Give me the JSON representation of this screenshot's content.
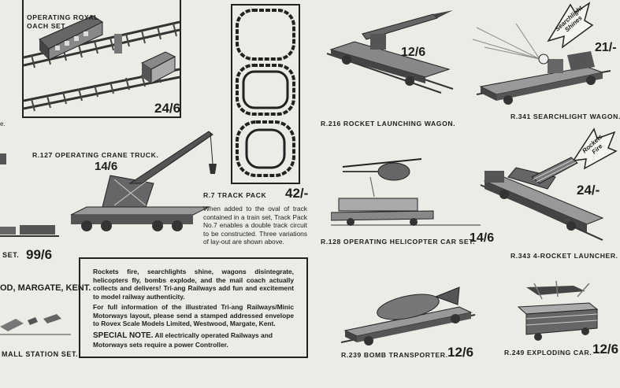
{
  "left_column": {
    "coach_set_caption": [
      "OPERATING ROYAL",
      "OACH SET."
    ],
    "coach_price": "24/6",
    "e_fragment": "e.",
    "crane_caption": "R.127 OPERATING CRANE TRUCK.",
    "crane_price": "14/6",
    "set_caption": "SET.",
    "set_price": "99/6",
    "address_fragment": "OD, MARGATE, KENT.",
    "station_caption": "MALL STATION SET."
  },
  "track_pack": {
    "caption": "R.7 TRACK PACK",
    "price": "42/-",
    "description": "When added to the oval of track contained in a train set, Track Pack No.7 enables a double track circuit to be constructed. Three variations of lay-out are shown above."
  },
  "notice_box": {
    "para1": "Rockets fire, searchlights shine, wagons disintegrate, helicopters fly, bombs explode, and the mail coach actually collects and delivers! Tri-ang Railways add fun and excitement to model railway authenticity.",
    "para2": "For full information of the illustrated Tri-ang Railways/Minic Motorways layout, please send a stamped addressed envelope to Rovex Scale Models Limited, Westwood, Margate, Kent.",
    "special_label": "SPECIAL NOTE.",
    "special_text": "All electrically operated Railways and Motorways sets require a power Controller."
  },
  "products": {
    "rocket_launching": {
      "caption": "R.216 ROCKET LAUNCHING WAGON.",
      "price": "12/6"
    },
    "searchlight": {
      "caption": "R.341 SEARCHLIGHT WAGON.",
      "price": "21/-",
      "flash": "Searchlight Shines"
    },
    "helicopter": {
      "caption": "R.128 OPERATING HELICOPTER CAR SET.",
      "price": "14/6"
    },
    "four_rocket": {
      "caption": "R.343 4-ROCKET LAUNCHER.",
      "price": "24/-",
      "flash": "Rockets Fire"
    },
    "bomb": {
      "caption": "R.239 BOMB TRANSPORTER.",
      "price": "12/6"
    },
    "exploding": {
      "caption": "R.249 EXPLODING CAR.",
      "price": "12/6"
    }
  }
}
